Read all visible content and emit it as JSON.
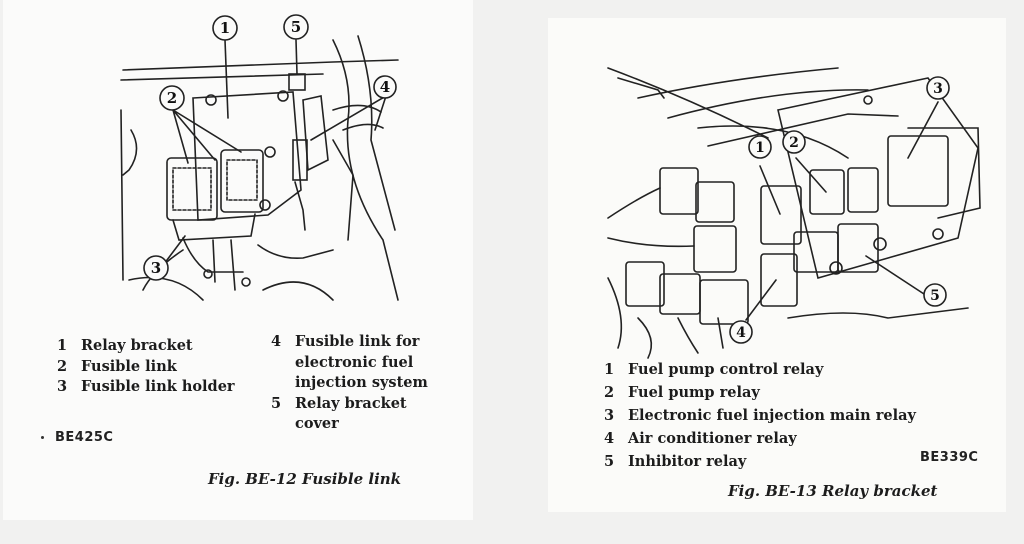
{
  "left_figure": {
    "callouts": [
      "1",
      "2",
      "3",
      "4",
      "5"
    ],
    "legend_col1": [
      {
        "num": "1",
        "text": "Relay bracket"
      },
      {
        "num": "2",
        "text": "Fusible link"
      },
      {
        "num": "3",
        "text": "Fusible link holder"
      }
    ],
    "legend_col2": [
      {
        "num": "4",
        "lines": [
          "Fusible link for",
          "electronic fuel",
          "injection system"
        ]
      },
      {
        "num": "5",
        "lines": [
          "Relay bracket",
          "cover"
        ]
      }
    ],
    "code": "BE425C",
    "caption": "Fig. BE-12  Fusible link"
  },
  "right_figure": {
    "callouts": [
      "1",
      "2",
      "3",
      "4",
      "5"
    ],
    "legend": [
      {
        "num": "1",
        "text": "Fuel pump control relay"
      },
      {
        "num": "2",
        "text": "Fuel pump relay"
      },
      {
        "num": "3",
        "text": "Electronic fuel injection main relay"
      },
      {
        "num": "4",
        "text": "Air conditioner relay"
      },
      {
        "num": "5",
        "text": "Inhibitor relay"
      }
    ],
    "code": "BE339C",
    "caption": "Fig. BE-13  Relay bracket"
  }
}
